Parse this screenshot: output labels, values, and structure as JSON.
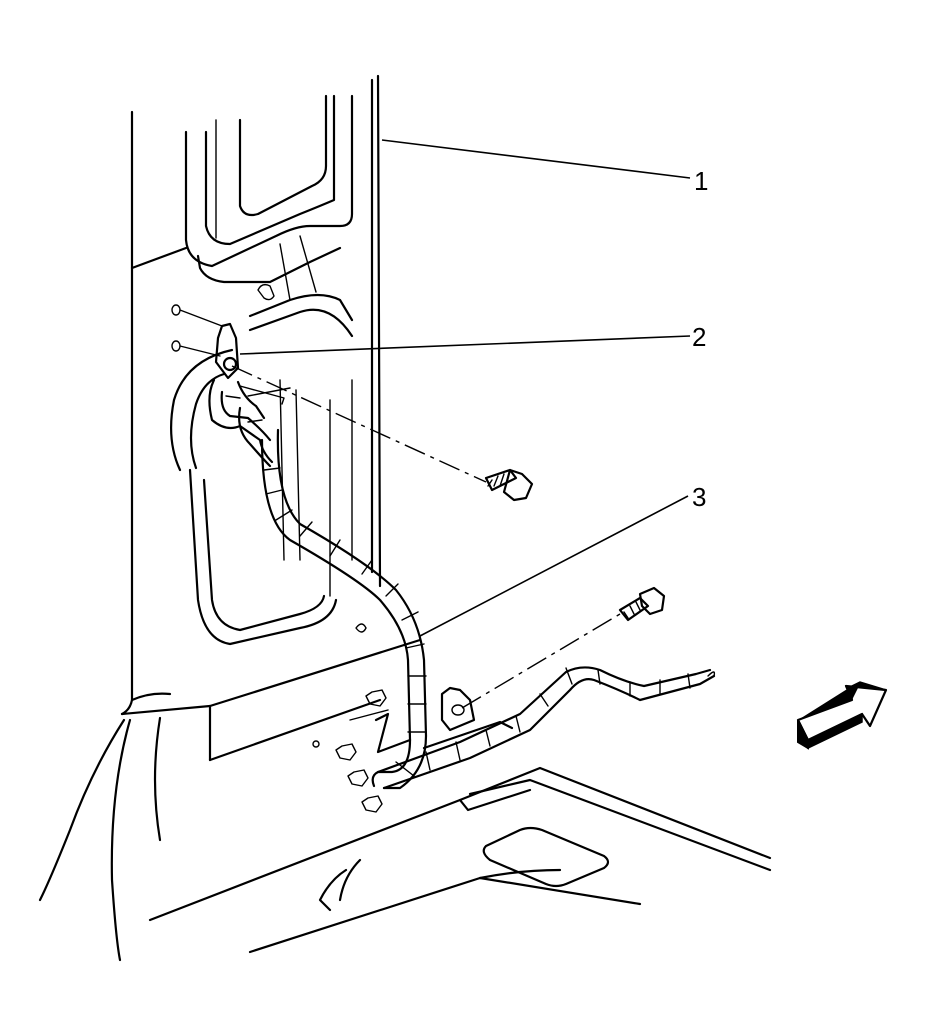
{
  "callouts": [
    {
      "id": "1",
      "label": "1"
    },
    {
      "id": "2",
      "label": "2"
    },
    {
      "id": "3",
      "label": "3"
    }
  ],
  "icons": {
    "direction_arrow": "forward-arrow-icon",
    "bolt_upper": "bolt-icon",
    "bolt_lower": "bolt-icon"
  },
  "colors": {
    "line": "#000000",
    "background": "#ffffff"
  }
}
